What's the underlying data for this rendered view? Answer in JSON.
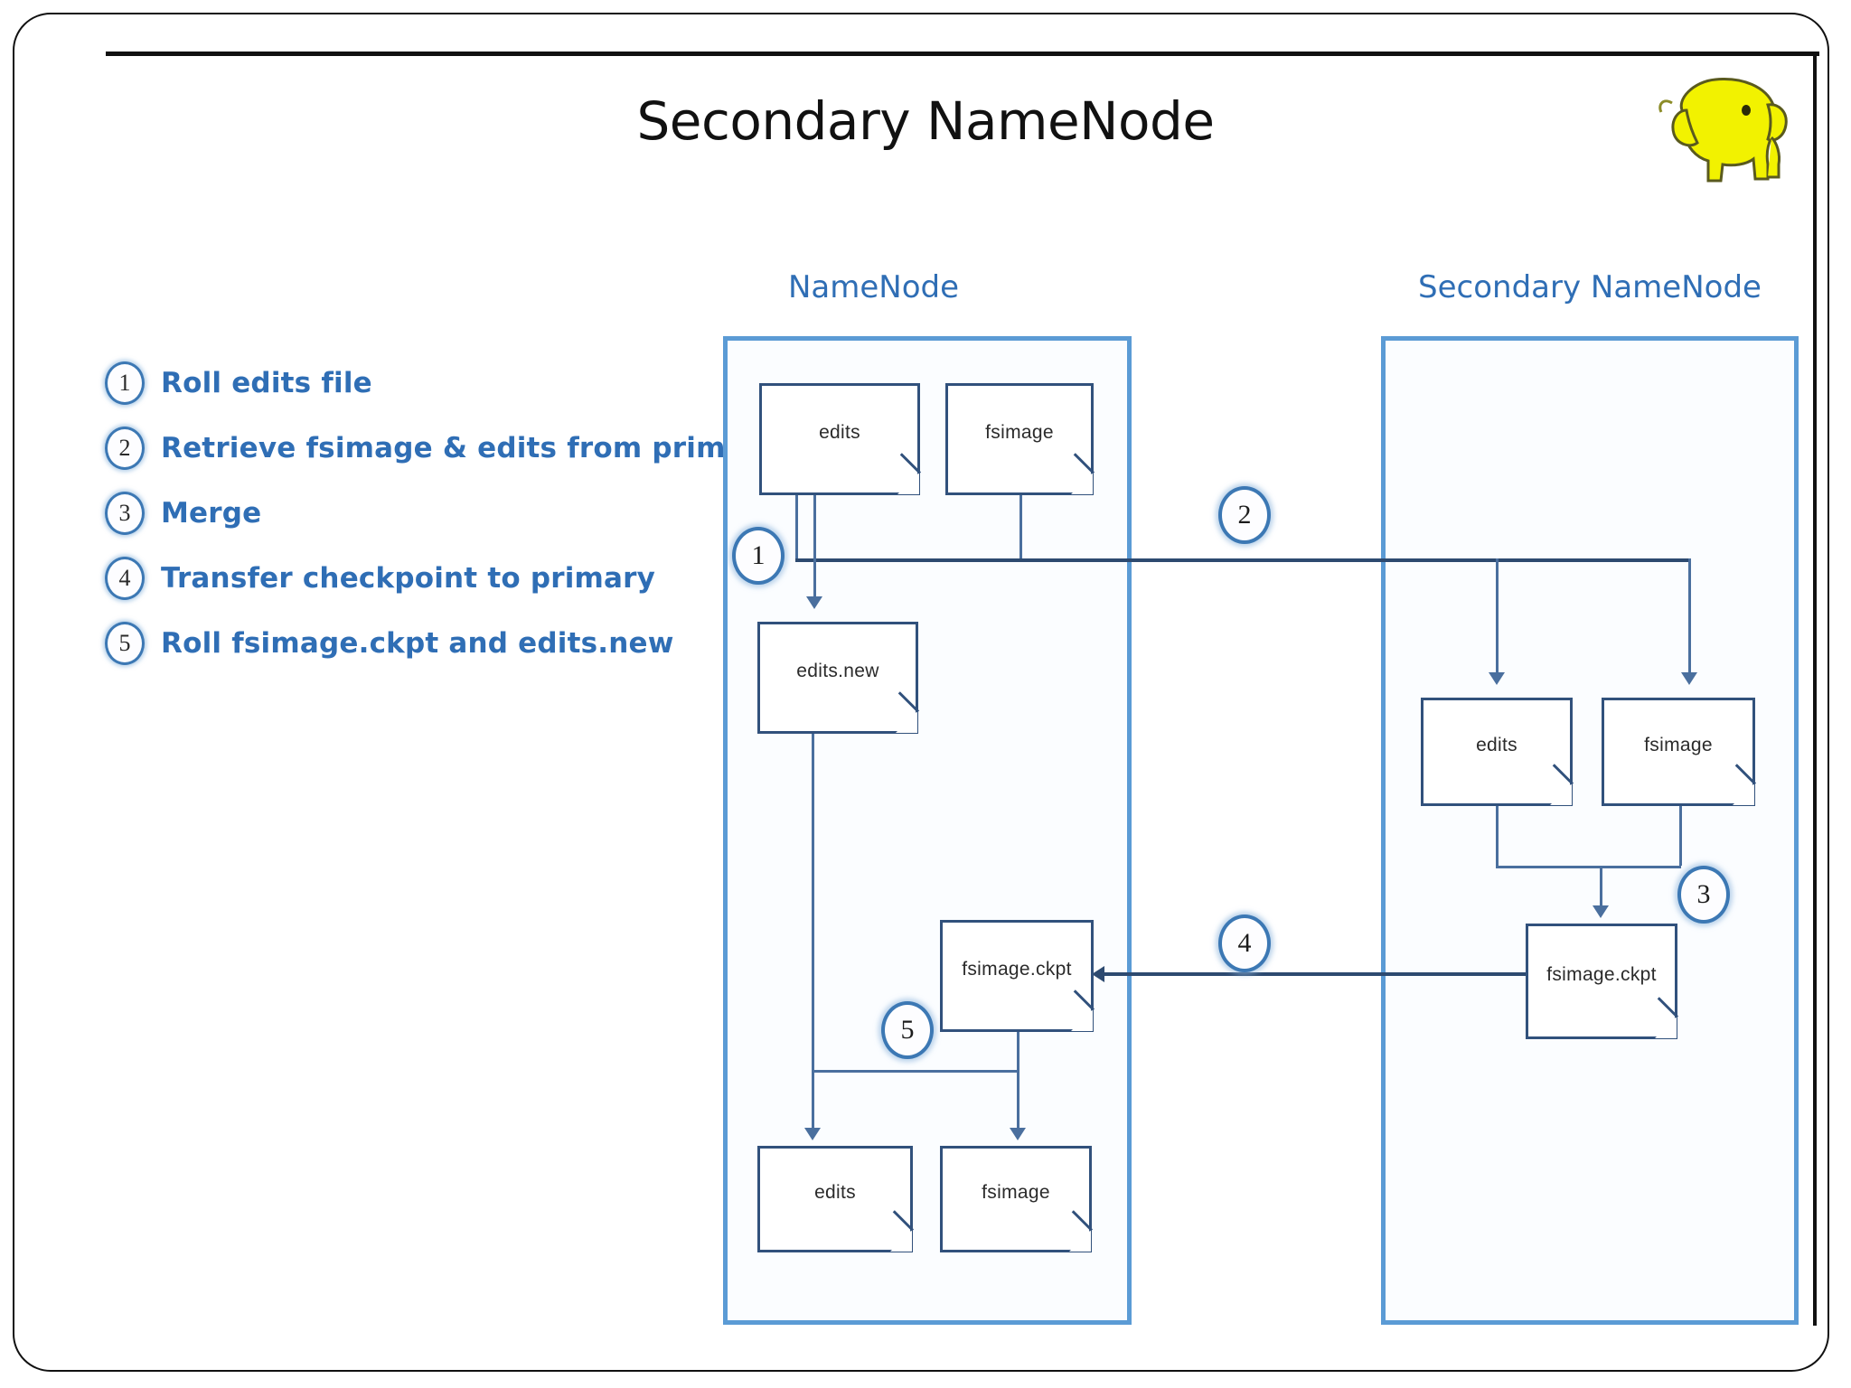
{
  "slide": {
    "title": "Secondary NameNode",
    "logo_icon": "hadoop-elephant-icon",
    "accent_color": "#2f6eb5",
    "panel_border_color": "#5b9bd5",
    "logo_color": "#f2f200"
  },
  "legend": {
    "items": [
      {
        "number": "1",
        "label": "Roll edits file"
      },
      {
        "number": "2",
        "label": "Retrieve fsimage & edits from primary"
      },
      {
        "number": "3",
        "label": "Merge"
      },
      {
        "number": "4",
        "label": "Transfer checkpoint to primary"
      },
      {
        "number": "5",
        "label": "Roll fsimage.ckpt and edits.new"
      }
    ]
  },
  "diagram": {
    "namenode": {
      "header": "NameNode",
      "boxes": {
        "edits_top": "edits",
        "fsimage_top": "fsimage",
        "edits_new": "edits.new",
        "fsimage_ckpt": "fsimage.ckpt",
        "edits_bottom": "edits",
        "fsimage_bottom": "fsimage"
      }
    },
    "secondary": {
      "header": "Secondary NameNode",
      "boxes": {
        "edits": "edits",
        "fsimage": "fsimage",
        "fsimage_ckpt": "fsimage.ckpt"
      }
    },
    "step_markers": {
      "s1": "1",
      "s2": "2",
      "s3": "3",
      "s4": "4",
      "s5": "5"
    }
  }
}
